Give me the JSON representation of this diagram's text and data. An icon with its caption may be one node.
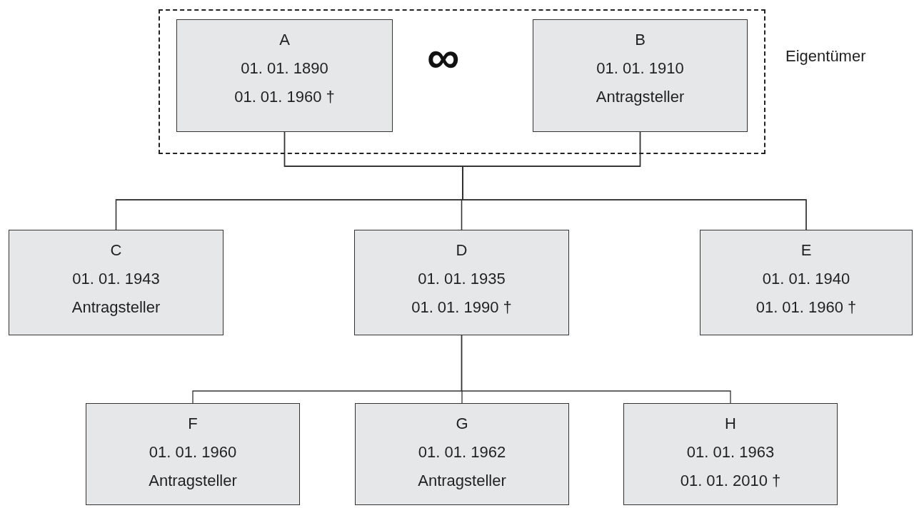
{
  "diagram": {
    "nodes": [
      {
        "text": [],
        "shape": "box",
        "beside": [
          "Eigentümer"
        ]
      },
      {
        "text": [
          "A",
          "01. 01. 1890",
          "01. 01. 1960 †"
        ],
        "in": 0
      },
      {
        "text": [
          "B",
          "01. 01. 1910",
          "Antragsteller"
        ],
        "in": 0
      },
      {
        "text": [
          "C",
          "01. 01. 1943",
          "Antragsteller"
        ]
      },
      {
        "text": [
          "D",
          "01. 01. 1935",
          "01. 01. 1990 †"
        ]
      },
      {
        "text": [
          "E",
          "01. 01. 1940",
          "01. 01. 1960 †"
        ]
      },
      {
        "text": [
          "F",
          "01. 01. 1960",
          "Antragsteller"
        ]
      },
      {
        "text": [
          "G",
          "01. 01. 1962",
          "Antragsteller"
        ]
      },
      {
        "text": [
          "H",
          "01. 01. 1963",
          "01. 01. 2010 †"
        ]
      }
    ],
    "edges": [
      {
        "from": 1,
        "to": 3,
        "arrow": "none"
      },
      {
        "from": 1,
        "to": 4,
        "arrow": "none"
      },
      {
        "from": 1,
        "to": 5,
        "arrow": "none"
      },
      {
        "from": 2,
        "to": 3,
        "arrow": "none"
      },
      {
        "from": 2,
        "to": 4,
        "arrow": "none"
      },
      {
        "from": 2,
        "to": 5,
        "arrow": "none"
      },
      {
        "from": 4,
        "to": 6,
        "arrow": "none"
      },
      {
        "from": 4,
        "to": 7,
        "arrow": "none"
      },
      {
        "from": 4,
        "to": 8,
        "arrow": "none"
      }
    ],
    "labels": [
      "∞"
    ]
  }
}
